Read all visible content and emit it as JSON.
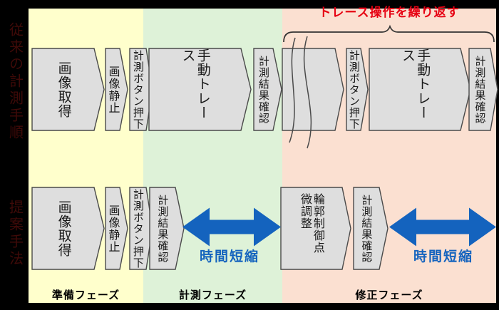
{
  "repeat_annotation": "トレース操作を繰り返す",
  "side_labels": {
    "top": "従来の計測手順",
    "bottom": "提案手法"
  },
  "top_row": {
    "steps": [
      "画像取得",
      "画像静止",
      "計測ボタン押下",
      "手動トレース",
      "計測結果確認",
      "計測ボタン押下",
      "手動トレース",
      "計測結果確認"
    ]
  },
  "bottom_row": {
    "steps": [
      "画像取得",
      "画像静止",
      "計測ボタン押下",
      "計測結果確認",
      "輪郭制御点微調整",
      "計測結果確認"
    ],
    "time_labels": [
      "時間短縮",
      "時間短縮"
    ]
  },
  "phases": [
    {
      "label": "準備フェーズ",
      "color": "#ffffcc"
    },
    {
      "label": "計測フェーズ",
      "color": "#def2d8"
    },
    {
      "label": "修正フェーズ",
      "color": "#fbe0d1"
    }
  ],
  "colors": {
    "box_fill": "#dedede",
    "box_border": "#4a4a4a",
    "arrow_blue": "#1463be",
    "annotation_red": "#e60012",
    "frame_background": "#000000"
  }
}
